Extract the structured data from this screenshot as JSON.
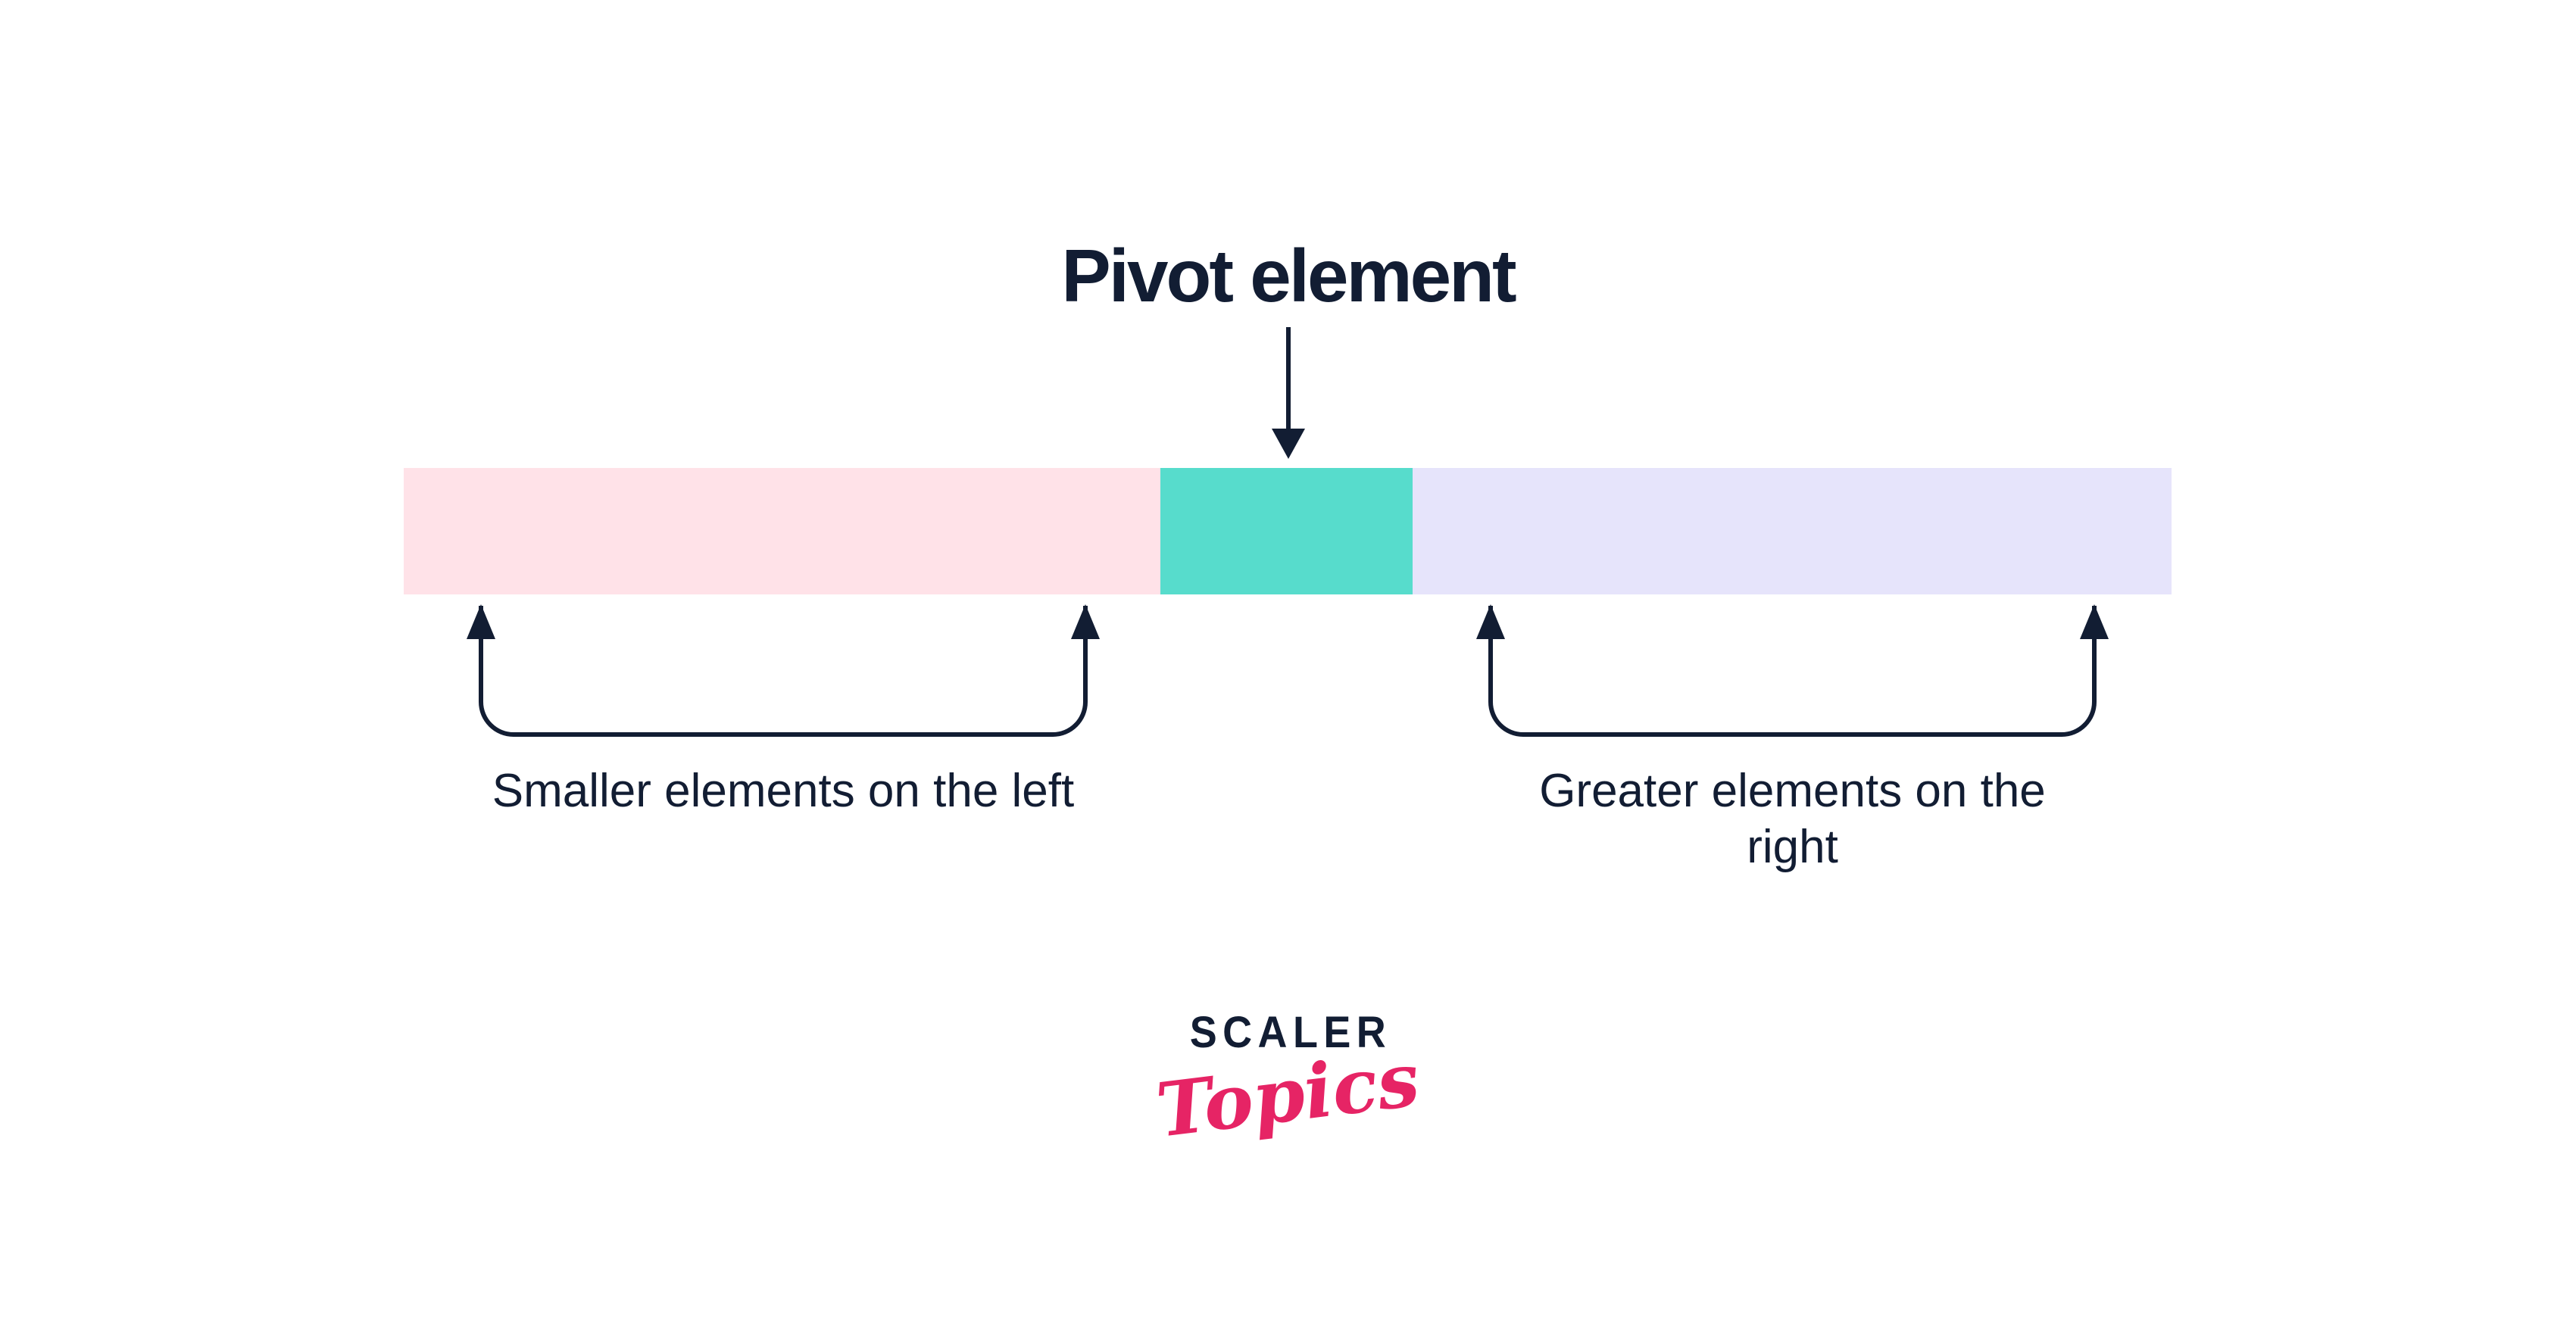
{
  "colors": {
    "background": "#FFFFFF",
    "navy": "#121D33",
    "accent": "#E62465"
  },
  "diagram": {
    "title": "Pivot element",
    "bar": {
      "segments": [
        {
          "id": "smaller-elements",
          "color": "#FFE2E8"
        },
        {
          "id": "pivot-element",
          "color": "#57DCCC"
        },
        {
          "id": "greater-elements",
          "color": "#E6E4FB"
        }
      ]
    },
    "annotations": {
      "left": "Smaller elements on the left",
      "right": "Greater elements on the right"
    }
  },
  "logo": {
    "brand": "SCALER",
    "sub": "Topics"
  }
}
